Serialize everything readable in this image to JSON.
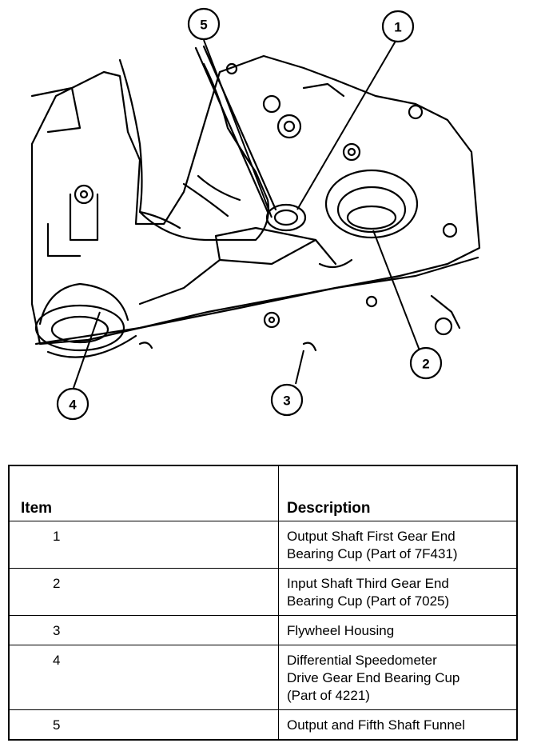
{
  "callouts": [
    "1",
    "2",
    "3",
    "4",
    "5"
  ],
  "legend": {
    "header_item": "Item",
    "header_description": "Description",
    "rows": [
      {
        "item": "1",
        "lines": [
          "Output Shaft First Gear End",
          "Bearing Cup (Part of 7F431)"
        ]
      },
      {
        "item": "2",
        "lines": [
          "Input Shaft Third Gear End",
          "Bearing Cup (Part of 7025)"
        ]
      },
      {
        "item": "3",
        "lines": [
          "Flywheel Housing"
        ]
      },
      {
        "item": "4",
        "lines": [
          "Differential Speedometer",
          "Drive Gear End Bearing Cup",
          "(Part of 4221)"
        ]
      },
      {
        "item": "5",
        "lines": [
          "Output and Fifth Shaft Funnel"
        ]
      }
    ]
  }
}
